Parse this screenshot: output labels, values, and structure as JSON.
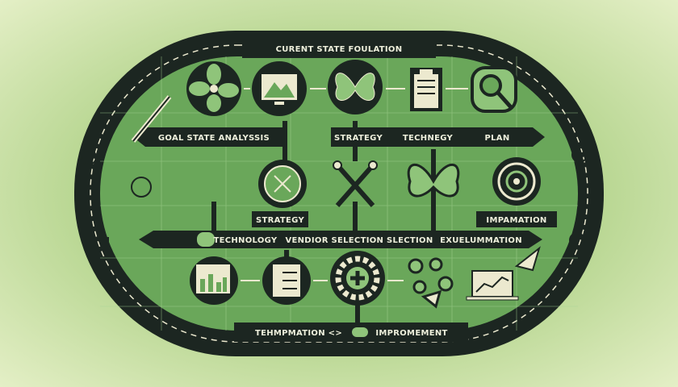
{
  "colors": {
    "track": "#1c2621",
    "field": "#6aa75a",
    "cream": "#ece9cf",
    "light_green": "#8fc47a"
  },
  "labels": {
    "top": "CURENT STATE FOULATION",
    "goal": "GOAL STATE ANALYSSIS",
    "strategy_top": "STRATEGY",
    "technegy": "TECHNEGY",
    "plan": "PLAN",
    "strategy_mid": "STRATEGY",
    "impamation": "IMPAMATION",
    "technology": "TECHNOLOGY",
    "vendor": "VENDIOR SELECTION SLECTION",
    "exuelummation": "EXUELUMMATION",
    "tehmpmation": "TEHMPMATION <>",
    "improvement": "IMPROMEMENT"
  },
  "icons": [
    "flower-icon",
    "monitor-mountain-icon",
    "butterfly-icon",
    "clipboard-icon",
    "magnifier-icon",
    "target-icon",
    "crossed-tools-icon",
    "butterfly-icon",
    "bullseye-icon",
    "bar-chart-icon",
    "checklist-icon",
    "gear-icon",
    "gears-cluster-icon",
    "laptop-chart-icon",
    "pen-icon",
    "rocket-icon"
  ]
}
